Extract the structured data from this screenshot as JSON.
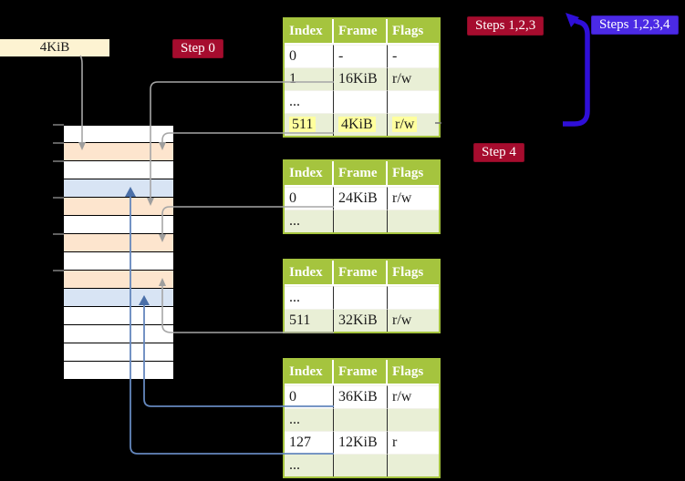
{
  "colors": {
    "background": "#000000",
    "table_header_green": "#a5c43e",
    "table_row_green": "#e9efd6",
    "highlight_yellow": "#ffff9e",
    "badge_red": "#a60c2e",
    "badge_blue": "#4b2ae5",
    "big_arrow_blue": "#2f0fd8",
    "connector_gray": "#a6a6a6",
    "connector_steelblue": "#6487bd",
    "frame_label_cream": "#fdf3d2",
    "white": "#ffffff",
    "peach": "#fde5ce",
    "blue": "#d8e4f4"
  },
  "frame_label": "4KiB",
  "badges": {
    "step0": "Step 0",
    "steps123": "Steps 1,2,3",
    "steps1234": "Steps 1,2,3,4",
    "step4": "Step 4"
  },
  "memory": {
    "row_colors": [
      "white",
      "peach",
      "white",
      "blue",
      "peach",
      "white",
      "peach",
      "white",
      "peach",
      "blue",
      "white",
      "white",
      "white",
      "white"
    ]
  },
  "table_headers": [
    "Index",
    "Frame",
    "Flags"
  ],
  "tables": [
    {
      "rows": [
        [
          "0",
          "-",
          "-"
        ],
        [
          "1",
          "16KiB",
          "r/w"
        ],
        [
          "...",
          "",
          ""
        ],
        [
          "511",
          "4KiB",
          "r/w"
        ]
      ],
      "highlight_row": 3
    },
    {
      "rows": [
        [
          "0",
          "24KiB",
          "r/w"
        ],
        [
          "...",
          "",
          ""
        ]
      ]
    },
    {
      "rows": [
        [
          "...",
          "",
          ""
        ],
        [
          "511",
          "32KiB",
          "r/w"
        ]
      ]
    },
    {
      "rows": [
        [
          "0",
          "36KiB",
          "r/w"
        ],
        [
          "...",
          "",
          ""
        ],
        [
          "127",
          "12KiB",
          "r"
        ],
        [
          "...",
          "",
          ""
        ]
      ]
    }
  ]
}
